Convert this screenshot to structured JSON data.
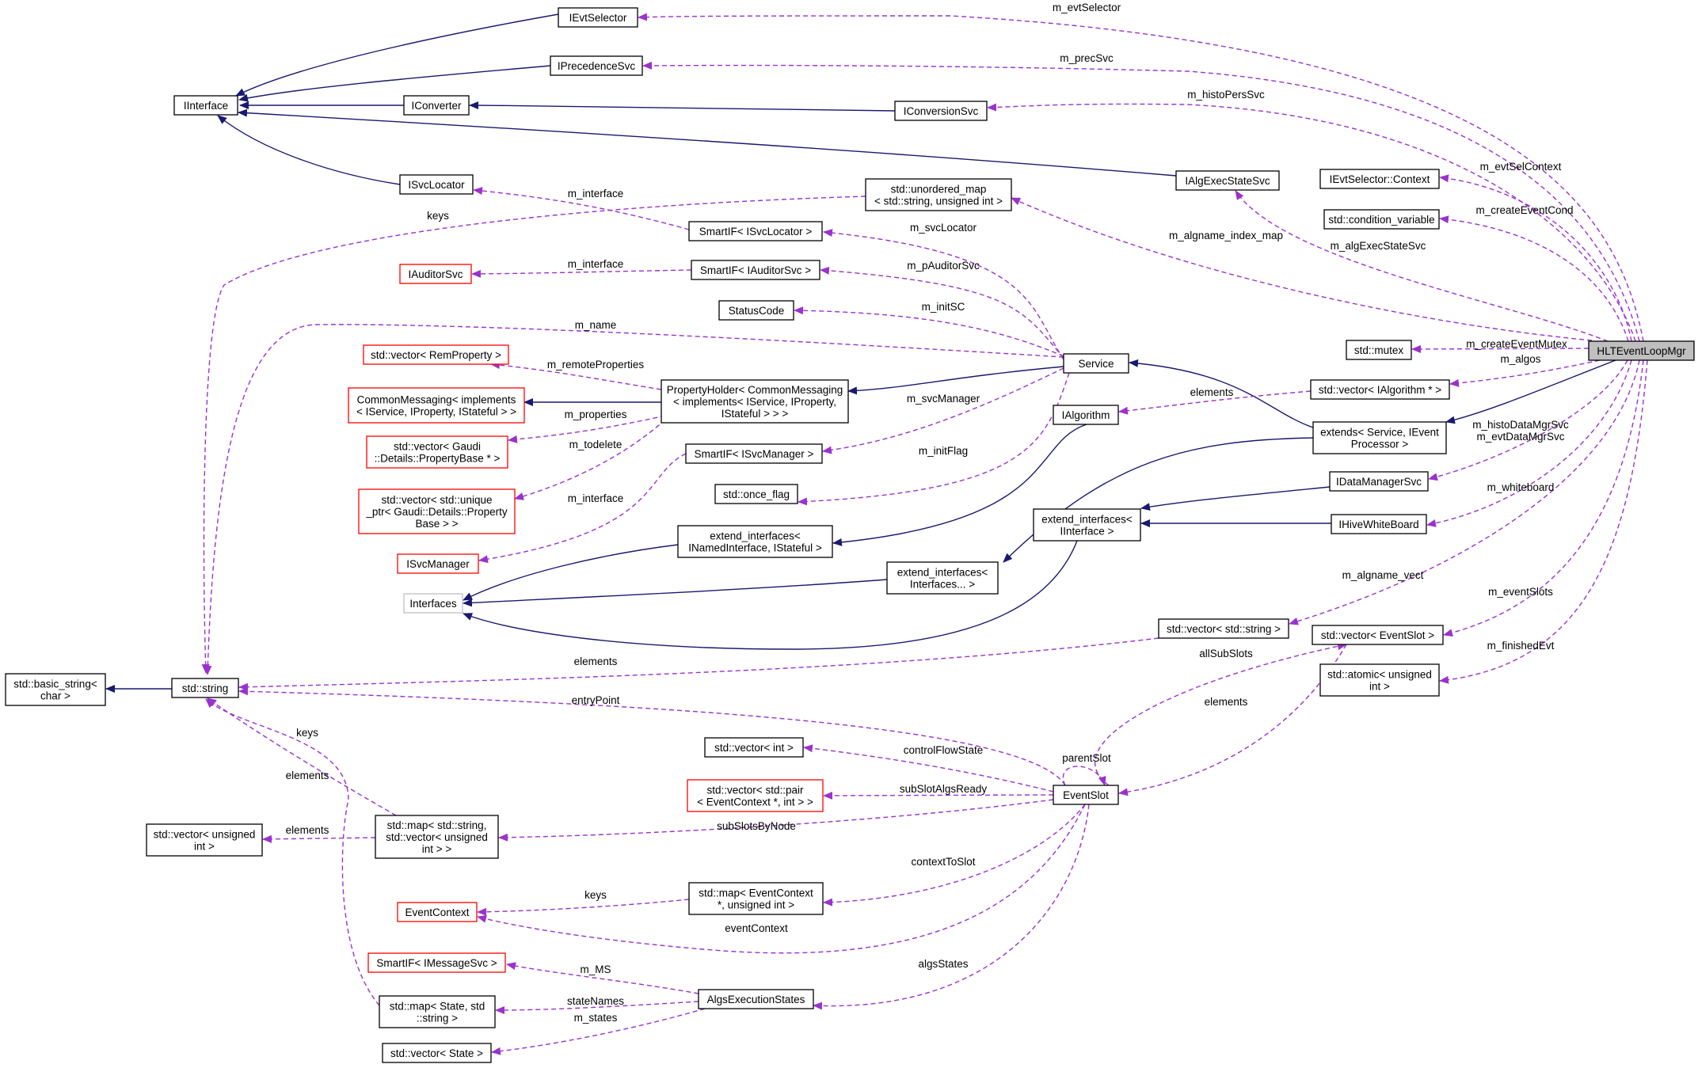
{
  "colors": {
    "inherit_edge": "#191970",
    "usage_edge": "#9a32cd",
    "node_border": "#000000",
    "node_border_incomplete": "#ff0000",
    "node_border_undocumented": "#bfbfbf",
    "focus_fill": "#bfbfbf"
  },
  "nodes": [
    {
      "id": "IEvtSelector",
      "lines": [
        "IEvtSelector"
      ],
      "style": "normal"
    },
    {
      "id": "IPrecedenceSvc",
      "lines": [
        "IPrecedenceSvc"
      ],
      "style": "normal"
    },
    {
      "id": "IInterface",
      "lines": [
        "IInterface"
      ],
      "style": "normal"
    },
    {
      "id": "IConverter",
      "lines": [
        "IConverter"
      ],
      "style": "normal"
    },
    {
      "id": "IConversionSvc",
      "lines": [
        "IConversionSvc"
      ],
      "style": "normal"
    },
    {
      "id": "IEvtSelectorContext",
      "lines": [
        "IEvtSelector::Context"
      ],
      "style": "normal"
    },
    {
      "id": "ISvcLocator",
      "lines": [
        "ISvcLocator"
      ],
      "style": "normal"
    },
    {
      "id": "unordered_map",
      "lines": [
        "std::unordered_map",
        "< std::string, unsigned int >"
      ],
      "style": "normal"
    },
    {
      "id": "IAlgExecStateSvc",
      "lines": [
        "IAlgExecStateSvc"
      ],
      "style": "normal"
    },
    {
      "id": "condition_variable",
      "lines": [
        "std::condition_variable"
      ],
      "style": "normal"
    },
    {
      "id": "SmartIF_ISvcLocator",
      "lines": [
        "SmartIF< ISvcLocator >"
      ],
      "style": "normal"
    },
    {
      "id": "IAuditorSvc",
      "lines": [
        "IAuditorSvc"
      ],
      "style": "incomplete"
    },
    {
      "id": "SmartIF_IAuditorSvc",
      "lines": [
        "SmartIF< IAuditorSvc >"
      ],
      "style": "normal"
    },
    {
      "id": "StatusCode",
      "lines": [
        "StatusCode"
      ],
      "style": "normal"
    },
    {
      "id": "vector_RemProperty",
      "lines": [
        "std::vector< RemProperty >"
      ],
      "style": "incomplete"
    },
    {
      "id": "std_mutex",
      "lines": [
        "std::mutex"
      ],
      "style": "normal"
    },
    {
      "id": "HLTEventLoopMgr",
      "lines": [
        "HLTEventLoopMgr"
      ],
      "style": "focus"
    },
    {
      "id": "Service",
      "lines": [
        "Service"
      ],
      "style": "normal"
    },
    {
      "id": "CommonMessaging",
      "lines": [
        "CommonMessaging< implements",
        "< IService, IProperty, IStateful > >"
      ],
      "style": "incomplete"
    },
    {
      "id": "PropertyHolder",
      "lines": [
        "PropertyHolder< CommonMessaging",
        "< implements< IService, IProperty,",
        "IStateful > > >"
      ],
      "style": "normal"
    },
    {
      "id": "vector_IAlgorithm",
      "lines": [
        "std::vector< IAlgorithm * >"
      ],
      "style": "normal"
    },
    {
      "id": "IAlgorithm",
      "lines": [
        "IAlgorithm"
      ],
      "style": "normal"
    },
    {
      "id": "vector_PropertyBase",
      "lines": [
        "std::vector< Gaudi",
        "::Details::PropertyBase * >"
      ],
      "style": "incomplete"
    },
    {
      "id": "extends_Service",
      "lines": [
        "extends< Service, IEvent",
        "Processor >"
      ],
      "style": "normal"
    },
    {
      "id": "SmartIF_ISvcManager",
      "lines": [
        "SmartIF< ISvcManager >"
      ],
      "style": "normal"
    },
    {
      "id": "IDataManagerSvc",
      "lines": [
        "IDataManagerSvc"
      ],
      "style": "normal"
    },
    {
      "id": "once_flag",
      "lines": [
        "std::once_flag"
      ],
      "style": "normal"
    },
    {
      "id": "vector_unique_ptr",
      "lines": [
        "std::vector< std::unique",
        "_ptr< Gaudi::Details::Property",
        "Base > >"
      ],
      "style": "incomplete"
    },
    {
      "id": "extend_interfaces_IInterface",
      "lines": [
        "extend_interfaces<",
        "IInterface >"
      ],
      "style": "normal"
    },
    {
      "id": "IHiveWhiteBoard",
      "lines": [
        "IHiveWhiteBoard"
      ],
      "style": "normal"
    },
    {
      "id": "extend_interfaces_INamed",
      "lines": [
        "extend_interfaces<",
        "INamedInterface, IStateful >"
      ],
      "style": "normal"
    },
    {
      "id": "ISvcManager",
      "lines": [
        "ISvcManager"
      ],
      "style": "incomplete"
    },
    {
      "id": "extend_interfaces_dots",
      "lines": [
        "extend_interfaces<",
        "Interfaces... >"
      ],
      "style": "normal"
    },
    {
      "id": "Interfaces",
      "lines": [
        "Interfaces"
      ],
      "style": "undocumented"
    },
    {
      "id": "vector_string",
      "lines": [
        "std::vector< std::string >"
      ],
      "style": "normal"
    },
    {
      "id": "vector_EventSlot",
      "lines": [
        "std::vector< EventSlot >"
      ],
      "style": "normal"
    },
    {
      "id": "basic_string",
      "lines": [
        "std::basic_string<",
        "char >"
      ],
      "style": "normal"
    },
    {
      "id": "std_string",
      "lines": [
        "std::string"
      ],
      "style": "normal"
    },
    {
      "id": "atomic_uint",
      "lines": [
        "std::atomic< unsigned",
        "int >"
      ],
      "style": "normal"
    },
    {
      "id": "vector_int",
      "lines": [
        "std::vector< int >"
      ],
      "style": "normal"
    },
    {
      "id": "vector_pair",
      "lines": [
        "std::vector< std::pair",
        "< EventContext *, int > >"
      ],
      "style": "incomplete"
    },
    {
      "id": "EventSlot",
      "lines": [
        "EventSlot"
      ],
      "style": "normal"
    },
    {
      "id": "vector_unsigned_int",
      "lines": [
        "std::vector< unsigned",
        "int >"
      ],
      "style": "normal"
    },
    {
      "id": "map_string_vector",
      "lines": [
        "std::map< std::string,",
        "std::vector< unsigned",
        "int > >"
      ],
      "style": "normal"
    },
    {
      "id": "map_EventContext",
      "lines": [
        "std::map< EventContext",
        "*, unsigned int >"
      ],
      "style": "normal"
    },
    {
      "id": "EventContext",
      "lines": [
        "EventContext"
      ],
      "style": "incomplete"
    },
    {
      "id": "SmartIF_IMessageSvc",
      "lines": [
        "SmartIF< IMessageSvc >"
      ],
      "style": "incomplete"
    },
    {
      "id": "AlgsExecutionStates",
      "lines": [
        "AlgsExecutionStates"
      ],
      "style": "normal"
    },
    {
      "id": "map_State_string",
      "lines": [
        "std::map< State, std",
        "::string >"
      ],
      "style": "normal"
    },
    {
      "id": "vector_State",
      "lines": [
        "std::vector< State >"
      ],
      "style": "normal"
    }
  ],
  "edge_labels": [
    {
      "id": "m_evtSelector",
      "text": "m_evtSelector"
    },
    {
      "id": "m_precSvc",
      "text": "m_precSvc"
    },
    {
      "id": "m_histoPersSvc",
      "text": "m_histoPersSvc"
    },
    {
      "id": "m_evtSelContext",
      "text": "m_evtSelContext"
    },
    {
      "id": "m_interface_1",
      "text": "m_interface"
    },
    {
      "id": "keys_1",
      "text": "keys"
    },
    {
      "id": "m_createEventCond",
      "text": "m_createEventCond"
    },
    {
      "id": "m_svcLocator",
      "text": "m_svcLocator"
    },
    {
      "id": "m_algname_index_map",
      "text": "m_algname_index_map"
    },
    {
      "id": "m_algExecStateSvc",
      "text": "m_algExecStateSvc"
    },
    {
      "id": "m_interface_2",
      "text": "m_interface"
    },
    {
      "id": "m_pAuditorSvc",
      "text": "m_pAuditorSvc"
    },
    {
      "id": "m_initSC",
      "text": "m_initSC"
    },
    {
      "id": "m_name",
      "text": "m_name"
    },
    {
      "id": "m_createEventMutex",
      "text": "m_createEventMutex"
    },
    {
      "id": "m_remoteProperties",
      "text": "m_remoteProperties"
    },
    {
      "id": "m_algos",
      "text": "m_algos"
    },
    {
      "id": "elements_1",
      "text": "elements"
    },
    {
      "id": "m_svcManager",
      "text": "m_svcManager"
    },
    {
      "id": "m_properties",
      "text": "m_properties"
    },
    {
      "id": "m_histoDataMgrSvc",
      "text": "m_histoDataMgrSvc"
    },
    {
      "id": "m_evtDataMgrSvc",
      "text": "m_evtDataMgrSvc"
    },
    {
      "id": "m_todelete",
      "text": "m_todelete"
    },
    {
      "id": "m_initFlag",
      "text": "m_initFlag"
    },
    {
      "id": "m_whiteboard",
      "text": "m_whiteboard"
    },
    {
      "id": "m_interface_3",
      "text": "m_interface"
    },
    {
      "id": "m_algname_vect",
      "text": "m_algname_vect"
    },
    {
      "id": "m_eventSlots",
      "text": "m_eventSlots"
    },
    {
      "id": "allSubSlots",
      "text": "allSubSlots"
    },
    {
      "id": "m_finishedEvt",
      "text": "m_finishedEvt"
    },
    {
      "id": "elements_2",
      "text": "elements"
    },
    {
      "id": "entryPoint",
      "text": "entryPoint"
    },
    {
      "id": "elements_3",
      "text": "elements"
    },
    {
      "id": "keys_2",
      "text": "keys"
    },
    {
      "id": "parentSlot",
      "text": "parentSlot"
    },
    {
      "id": "controlFlowState",
      "text": "controlFlowState"
    },
    {
      "id": "elements_4",
      "text": "elements"
    },
    {
      "id": "subSlotAlgsReady",
      "text": "subSlotAlgsReady"
    },
    {
      "id": "elements_5",
      "text": "elements"
    },
    {
      "id": "subSlotsByNode",
      "text": "subSlotsByNode"
    },
    {
      "id": "contextToSlot",
      "text": "contextToSlot"
    },
    {
      "id": "keys_3",
      "text": "keys"
    },
    {
      "id": "eventContext",
      "text": "eventContext"
    },
    {
      "id": "algsStates",
      "text": "algsStates"
    },
    {
      "id": "m_MS",
      "text": "m_MS"
    },
    {
      "id": "stateNames",
      "text": "stateNames"
    },
    {
      "id": "m_states",
      "text": "m_states"
    }
  ]
}
